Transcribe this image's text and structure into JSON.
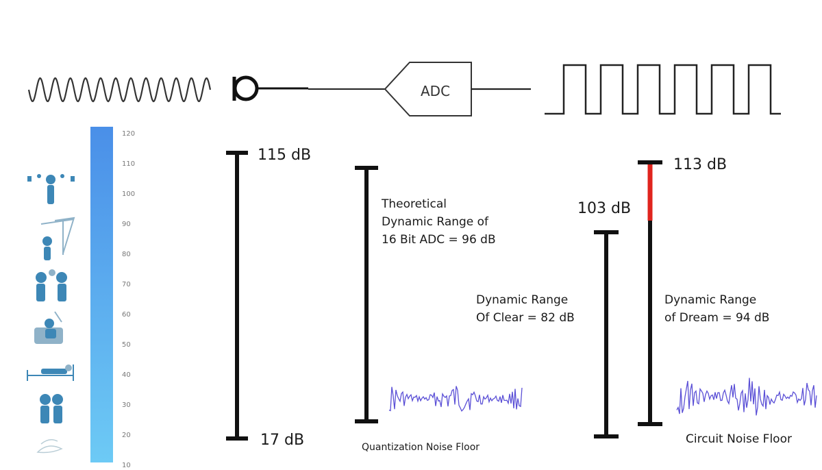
{
  "adc_label": "ADC",
  "scale": {
    "ticks": [
      "120",
      "110",
      "100",
      "90",
      "80",
      "70",
      "60",
      "50",
      "40",
      "30",
      "20",
      "10"
    ],
    "icons": [
      "loud-speakers-person-icon",
      "construction-crane-person-icon",
      "two-people-talking-icon",
      "person-in-armchair-icon",
      "person-in-bed-icon",
      "two-people-whispering-icon",
      "leaves-icon"
    ],
    "gradient_top": "#4a8fe8",
    "gradient_bottom": "#6dcaf5"
  },
  "bars": {
    "input_top": "115 dB",
    "input_bottom": "17 dB",
    "theoretical": [
      "Theoretical",
      "Dynamic Range of",
      "16 Bit ADC = 96 dB"
    ],
    "clear_top": "103 dB",
    "clear_desc": [
      "Dynamic Range",
      "Of Clear = 82 dB"
    ],
    "dream_top": "113 dB",
    "dream_desc": [
      "Dynamic Range",
      "of Dream = 94 dB"
    ],
    "dream_highlight_color": "#e0241e"
  },
  "noise": {
    "quantization": "Quantization Noise Floor",
    "circuit": "Circuit Noise Floor",
    "color": "#5a4fd6"
  }
}
